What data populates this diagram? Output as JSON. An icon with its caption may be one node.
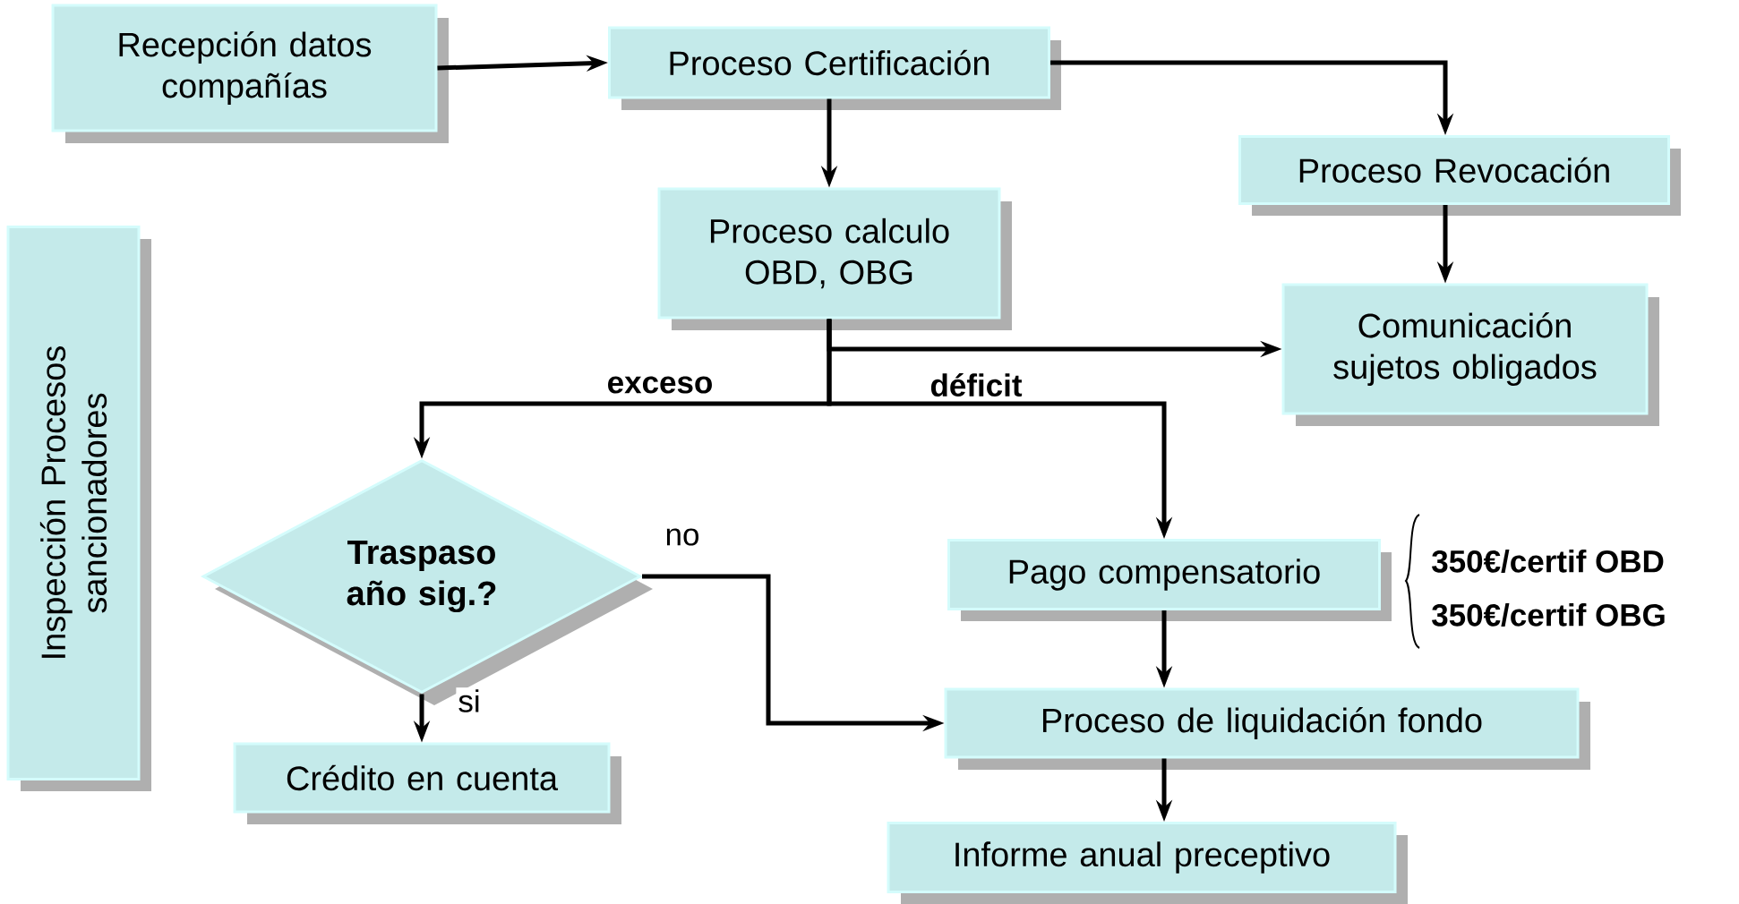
{
  "diagram": {
    "nodes": [
      {
        "text": [
          "Recepción datos compañías"
        ]
      },
      {
        "text": [
          "Proceso Certificación"
        ]
      },
      {
        "text": [
          "Proceso Revocación"
        ]
      },
      {
        "text": [
          "Proceso calculo OBD, OBG"
        ]
      },
      {
        "text": [
          "Comunicación sujetos obligados"
        ]
      },
      {
        "text": [
          "Inspección Procesos sancionadores"
        ]
      },
      {
        "text": [
          "Traspaso año sig.?"
        ]
      },
      {
        "text": [
          "Pago compensatorio"
        ]
      },
      {
        "text": [
          "Proceso de liquidación fondo"
        ]
      },
      {
        "text": [
          "Crédito en cuenta"
        ]
      },
      {
        "text": [
          "Informe anual preceptivo"
        ]
      }
    ],
    "edges": [
      {
        "from": 0,
        "to": 1,
        "arrow": "to"
      },
      {
        "from": 1,
        "to": 2,
        "arrow": "to"
      },
      {
        "from": 1,
        "to": 3,
        "arrow": "to"
      },
      {
        "from": 2,
        "to": 4,
        "arrow": "to"
      },
      {
        "from": 3,
        "to": 4,
        "arrow": "to"
      },
      {
        "from": 3,
        "to": 6,
        "arrow": "to",
        "label": "exceso"
      },
      {
        "from": 3,
        "to": 7,
        "arrow": "to",
        "label": "déficit"
      },
      {
        "from": 6,
        "to": 8,
        "arrow": "to",
        "label": "no"
      },
      {
        "from": 6,
        "to": 9,
        "arrow": "to",
        "label": "si"
      },
      {
        "from": 7,
        "to": 8,
        "arrow": "to"
      },
      {
        "from": 8,
        "to": 10,
        "arrow": "to"
      }
    ],
    "labels": [
      "350€/certif OBD",
      "350€/certif OBG"
    ]
  }
}
